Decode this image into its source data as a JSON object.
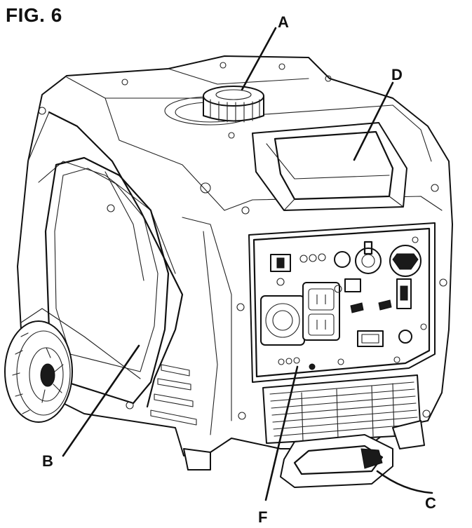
{
  "figure": {
    "title": "FIG. 6",
    "callouts": [
      {
        "id": "a",
        "label": "A"
      },
      {
        "id": "b",
        "label": "B"
      },
      {
        "id": "c",
        "label": "C"
      },
      {
        "id": "d",
        "label": "D"
      },
      {
        "id": "f",
        "label": "F"
      }
    ]
  },
  "colors": {
    "line": "#111111",
    "background": "#ffffff"
  }
}
